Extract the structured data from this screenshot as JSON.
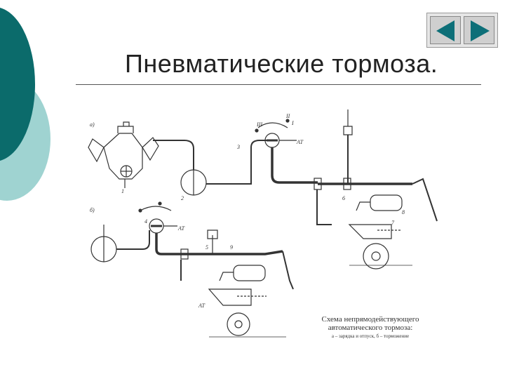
{
  "slide": {
    "title": "Пневматические тормоза.",
    "accent_dark": "#0b6b6b",
    "accent_light": "#9fd3d1"
  },
  "nav": {
    "prev_icon": "triangle-left-icon",
    "next_icon": "triangle-right-icon",
    "color": "#0d6f78"
  },
  "figure": {
    "caption_line1": "Схема непрямодействующего",
    "caption_line2": "автоматического тормоза:",
    "caption_line3": "а – зарядка и отпуск, б – торможение",
    "labels": {
      "a": "а)",
      "b": "б)",
      "n1": "1",
      "n2": "2",
      "n3": "3",
      "n4": "4",
      "n5": "5",
      "n6": "6",
      "n7": "7",
      "n8": "8",
      "n9": "9",
      "I": "I",
      "II": "II",
      "III": "III",
      "AT": "АТ"
    }
  }
}
